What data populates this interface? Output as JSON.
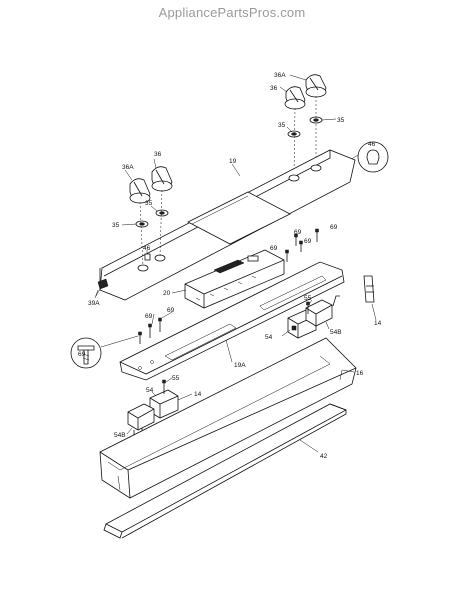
{
  "header": {
    "site": "AppliancePartsPros.com"
  },
  "labels": {
    "p36a_top": "36A",
    "p36_top": "36",
    "p35_left_top": "35",
    "p35_right_top": "35",
    "p46_circle": "46",
    "p19": "19",
    "p36a_left": "36A",
    "p36_left": "36",
    "p35_left_mid": "35",
    "p35_left_low": "35",
    "p46_left": "46",
    "p69_a": "69",
    "p69_b": "69",
    "p69_c": "69",
    "p69_d": "69",
    "p20": "20",
    "p39a": "39A",
    "p55_right": "55",
    "p69_left_a": "69",
    "p69_left_b": "69",
    "p54_right": "54",
    "p54b_right": "54B",
    "p14_right": "14",
    "p69_circle": "69",
    "p19a": "19A",
    "p55_left": "55",
    "p54_left": "54",
    "p14_left": "14",
    "p16": "16",
    "p54b_left": "54B",
    "p42": "42"
  }
}
